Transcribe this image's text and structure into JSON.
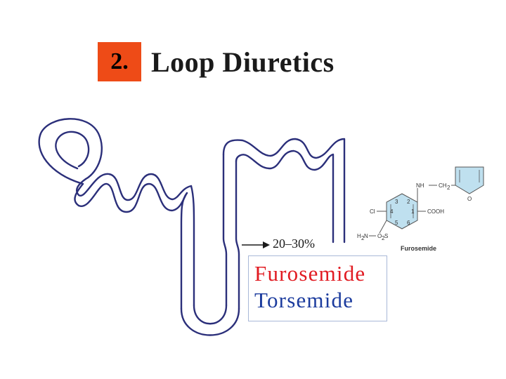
{
  "header": {
    "number": "2.",
    "title": "Loop Diuretics"
  },
  "diagram": {
    "percent_label": "20–30%",
    "drugs": [
      "Furosemide",
      "Torsemide"
    ],
    "chem": {
      "caption": "Furosemide",
      "groups": [
        "NH",
        "CH",
        "2",
        "O",
        "Cl",
        "COOH",
        "H",
        "2",
        "N",
        "O",
        "2",
        "S"
      ],
      "ring_numbers": [
        "3",
        "2",
        "4",
        "1",
        "5",
        "6"
      ]
    },
    "colors": {
      "badge": "#ee4b17",
      "drug1": "#e11b22",
      "drug2": "#1c3c9e",
      "tubule": "#2b2f7a",
      "ring": "#bfe0ef"
    }
  }
}
